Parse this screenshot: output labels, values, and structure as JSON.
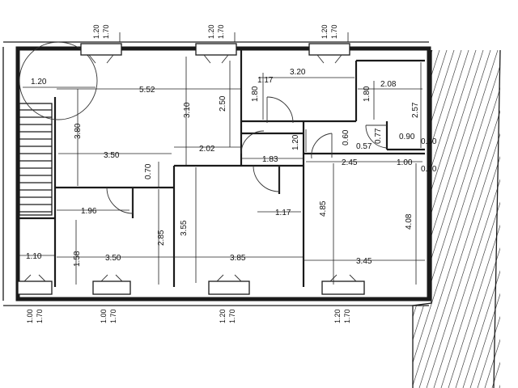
{
  "dimensions": {
    "d_1_20_circle": "1.20",
    "d_5_52": "5.52",
    "d_3_10": "3.10",
    "d_2_50": "2.50",
    "d_1_17_top": "1.17",
    "d_3_20": "3.20",
    "d_1_80_a": "1.80",
    "d_2_08": "2.08",
    "d_1_80_b": "1.80",
    "d_2_57": "2.57",
    "d_3_80": "3.80",
    "d_3_50_upper": "3.50",
    "d_2_02": "2.02",
    "d_0_60": "0.60",
    "d_0_57": "0.57",
    "d_0_77": "0.77",
    "d_0_90": "0.90",
    "d_0_10_a": "0.10",
    "d_1_20_mid": "1.20",
    "d_1_83": "1.83",
    "d_2_45": "2.45",
    "d_1_00": "1.00",
    "d_0_10_b": "0.10",
    "d_0_70": "0.70",
    "d_1_96": "1.96",
    "d_1_17_mid": "1.17",
    "d_3_55": "3.55",
    "d_4_85": "4.85",
    "d_4_08": "4.08",
    "d_2_85": "2.85",
    "d_1_58": "1.58",
    "d_1_10": "1.10",
    "d_3_50_lower": "3.50",
    "d_3_85": "3.85",
    "d_3_45": "3.45"
  },
  "windows_top": [
    {
      "w": "1.20",
      "h": "1.70"
    },
    {
      "w": "1.20",
      "h": "1.70"
    },
    {
      "w": "1.20",
      "h": "1.70"
    }
  ],
  "windows_bottom": [
    {
      "w": "1.00",
      "h": "1.70"
    },
    {
      "w": "1.00",
      "h": "1.70"
    },
    {
      "w": "1.20",
      "h": "1.70"
    },
    {
      "w": "1.20",
      "h": "1.70"
    }
  ]
}
